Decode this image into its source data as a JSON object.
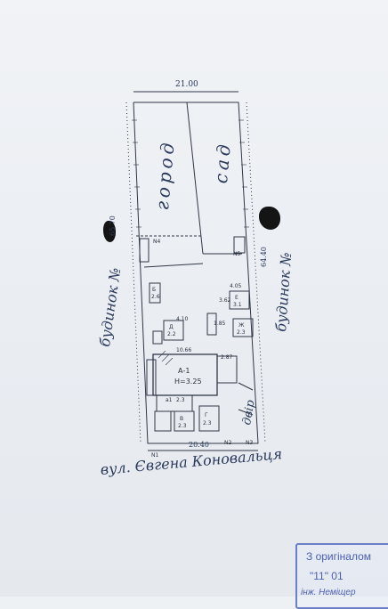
{
  "plan": {
    "overall_width": "21.00",
    "overall_length_left": "65.70",
    "overall_length_right": "64.40",
    "front_width": "20.40",
    "garden_label": "город",
    "orchard_label": "сад",
    "street_label": "вул. Євгена Коновальця",
    "house_left_label": "будинок №",
    "house_right_label": "будинок №",
    "gate_label": "двір",
    "main_house": {
      "code": "А-1",
      "height": "Н=3.25",
      "width_dim": "10.66"
    },
    "rooms": [
      {
        "code": "Б",
        "value": "2.6"
      },
      {
        "code": "Д",
        "value": "2.2"
      },
      {
        "code": "Е",
        "value": "3.1"
      },
      {
        "code": "Ж",
        "value": "2.3"
      },
      {
        "code": "В",
        "value": "2.3"
      },
      {
        "code": "Г",
        "value": "2.3"
      },
      {
        "code": "а1",
        "value": "2.3"
      }
    ],
    "dims": [
      "4.10",
      "4.05",
      "3.62",
      "2.87",
      "1.85"
    ],
    "markers": [
      "N1",
      "N2",
      "N3",
      "N4",
      "N5"
    ]
  },
  "stamp": {
    "title": "З оригіналом",
    "date": "\"11\"   01",
    "signer": "інж. Неміщер"
  },
  "colors": {
    "ink": "#2b3a5a",
    "stamp": "#6a7fc8",
    "paper": "#eef1f4"
  }
}
